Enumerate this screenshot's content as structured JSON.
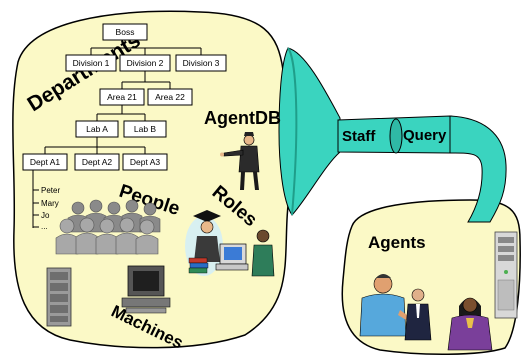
{
  "org_chart": {
    "boss": "Boss",
    "divisions": [
      "Division 1",
      "Division 2",
      "Division 3"
    ],
    "areas": [
      "Area 21",
      "Area 22"
    ],
    "labs": [
      "Lab A",
      "Lab B"
    ],
    "depts": [
      "Dept A1",
      "Dept A2",
      "Dept A3"
    ],
    "members": [
      "Peter",
      "Mary",
      "Jo",
      "..."
    ]
  },
  "labels": {
    "departments": "Departments",
    "agentdb": "AgentDB",
    "people": "People",
    "roles": "Roles",
    "machines": "Machines",
    "staff": "Staff",
    "query": "Query",
    "agents": "Agents"
  },
  "colors": {
    "blob_fill": "#fbf9c6",
    "funnel_fill": "#3ad4bf",
    "funnel_dark": "#1f9e8a",
    "stroke": "#000000"
  },
  "icons": [
    "people-crowd-icon",
    "person-pointing-icon",
    "graduate-icon",
    "computer-user-icon",
    "server-rack-icon",
    "computer-terminal-icon",
    "business-people-icon",
    "server-tower-icon"
  ]
}
